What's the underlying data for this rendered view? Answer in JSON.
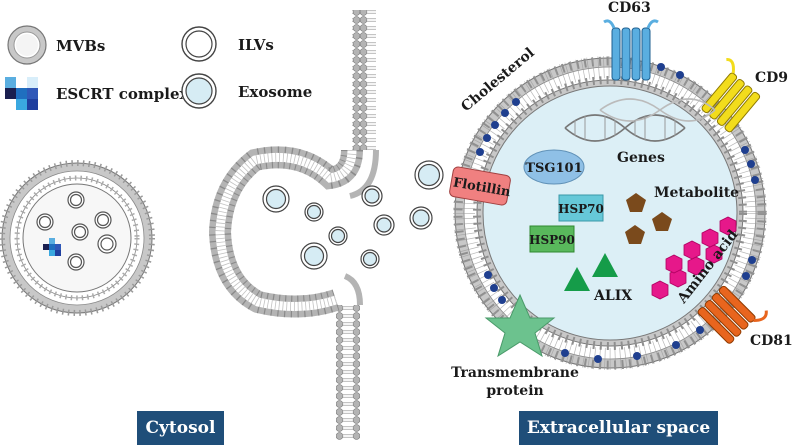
{
  "legend": {
    "mvbs": "MVBs",
    "escrt": "ESCRT complex",
    "ilvs": "ILVs",
    "exosome": "Exosome"
  },
  "labels": {
    "cd63": "CD63",
    "cd9": "CD9",
    "cd81": "CD81",
    "cholesterol": "Cholesterol",
    "flotillin": "Flotillin",
    "tsg101": "TSG101",
    "genes": "Genes",
    "hsp70": "HSP70",
    "hsp90": "HSP90",
    "metabolite": "Metabolite",
    "alix": "ALIX",
    "amino_acid": "Amino acid",
    "transmembrane_line1": "Transmembrane",
    "transmembrane_line2": "protein"
  },
  "regions": {
    "cytosol": "Cytosol",
    "extracellular": "Extracellular space"
  },
  "colors": {
    "membrane_head": "#b4b4b4",
    "cholesterol": "#1f3f8f",
    "lumen": "#dceff6",
    "cd63": "#5aaee0",
    "cd9": "#f2dc1c",
    "cd81": "#e8651e",
    "flotillin": "#f08080",
    "tsg101": "#8fc0e6",
    "hsp70": "#66c8d8",
    "hsp90": "#59b85c",
    "alix": "#159c49",
    "metabolite": "#7a4a1c",
    "amino_acid": "#e6188a",
    "transmembrane": "#6cc28e",
    "region_tag": "#1f4e79"
  }
}
